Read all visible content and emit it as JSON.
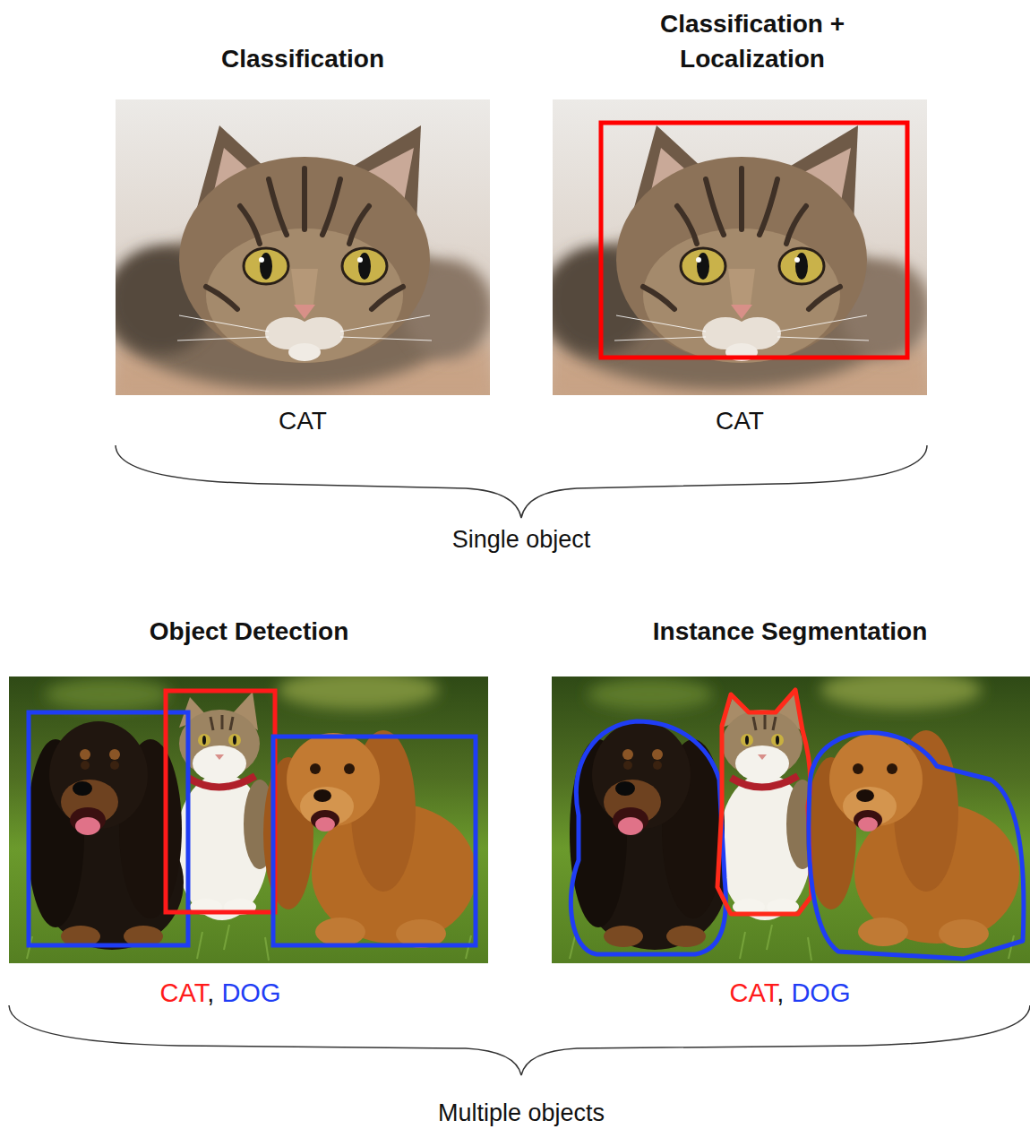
{
  "diagram": {
    "labels": [
      "Classification",
      "Classification + Localization",
      "CAT",
      "CAT",
      "Single object",
      "Object Detection",
      "Instance Segmentation",
      "CAT",
      ",",
      "DOG",
      "CAT",
      ",",
      "DOG",
      "Multiple objects"
    ]
  }
}
